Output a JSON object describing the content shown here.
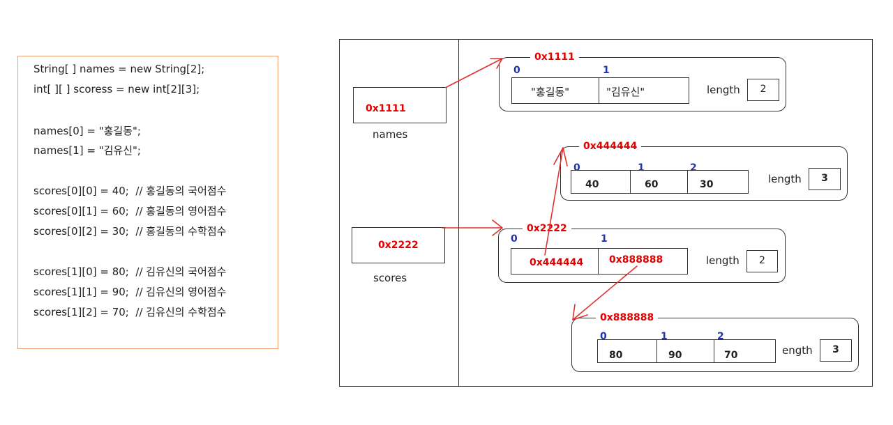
{
  "code": {
    "lines": [
      "String[ ] names = new String[2];",
      "int[ ][ ] scoress = new int[2][3];",
      "names[0] = \"홍길동\";",
      "names[1] = \"김유신\";",
      "scores[0][0] = 40;  // 홍길동의 국어점수",
      "scores[0][1] = 60;  // 홍길동의 영어점수",
      "scores[0][2] = 30;  // 홍길동의 수학점수",
      "scores[1][0] = 80;  // 김유신의 국어점수",
      "scores[1][1] = 90;  // 김유신의 영어점수",
      "scores[1][2] = 70;  // 김유신의 수학점수"
    ]
  },
  "stack": {
    "names": {
      "value": "0x1111",
      "label": "names"
    },
    "scores": {
      "value": "0x2222",
      "label": "scores"
    }
  },
  "heap": {
    "names_array": {
      "address": "0x1111",
      "indices": [
        "0",
        "1"
      ],
      "values": [
        "\"홍길동\"",
        "\"김유신\""
      ],
      "length_label": "length",
      "length_value": "2"
    },
    "row0_array": {
      "address": "0x444444",
      "indices": [
        "0",
        "1",
        "2"
      ],
      "values": [
        "40",
        "60",
        "30"
      ],
      "length_label": "length",
      "length_value": "3"
    },
    "scores_array": {
      "address": "0x2222",
      "indices": [
        "0",
        "1"
      ],
      "values": [
        "0x444444",
        "0x888888"
      ],
      "length_label": "length",
      "length_value": "2"
    },
    "row1_array": {
      "address": "0x888888",
      "indices": [
        "0",
        "1",
        "2"
      ],
      "values": [
        "80",
        "90",
        "70"
      ],
      "length_label": "ength",
      "length_value": "3"
    }
  },
  "colors": {
    "address": "#e00000",
    "index": "#2233aa",
    "arrow": "#e03030",
    "code_border": "#f0a070"
  }
}
